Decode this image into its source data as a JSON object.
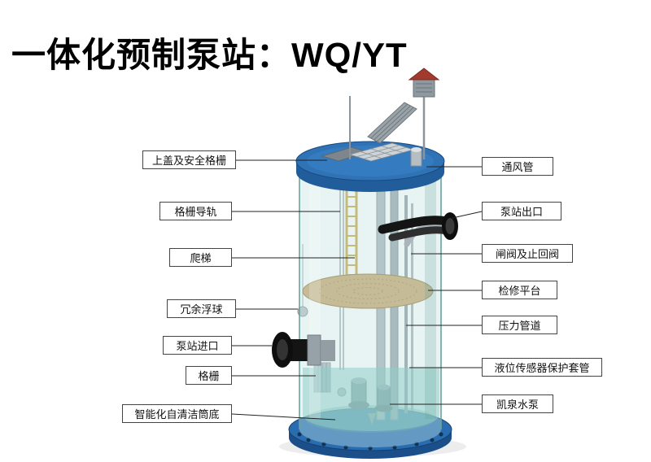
{
  "title": "一体化预制泵站：WQ/YT",
  "labels": {
    "left": [
      "上盖及安全格栅",
      "格栅导轨",
      "爬梯",
      "冗余浮球",
      "泵站进口",
      "格栅",
      "智能化自清洁筒底"
    ],
    "right": [
      "通风管",
      "泵站出口",
      "闸阀及止回阀",
      "检修平台",
      "压力管道",
      "液位传感器保护套管",
      "凯泉水泵"
    ]
  },
  "colors": {
    "lid_blue": "#2f73b6",
    "base_blue": "#2a6cb0",
    "tank_teal": "#bfe3df",
    "water_teal": "#74c1ba",
    "platform_tan": "#c8a36a",
    "ladder_yellow": "#c7a43e",
    "pipe_black": "#141414",
    "roof_red": "#a23b2e"
  }
}
